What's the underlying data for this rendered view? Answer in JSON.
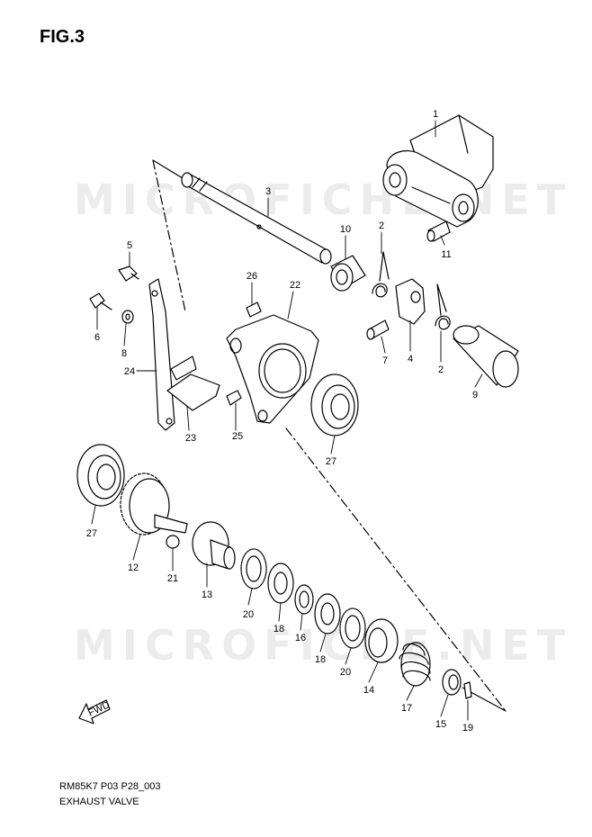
{
  "figure": {
    "title": "FIG.3",
    "code": "RM85K7 P03 P28_003",
    "name": "EXHAUST VALVE",
    "watermark": "MICROFICHE.NET"
  },
  "fwd_label": "FWD",
  "callouts": [
    {
      "id": "1",
      "label": "1"
    },
    {
      "id": "3",
      "label": "3"
    },
    {
      "id": "2a",
      "label": "2"
    },
    {
      "id": "10",
      "label": "10"
    },
    {
      "id": "11",
      "label": "11"
    },
    {
      "id": "5",
      "label": "5"
    },
    {
      "id": "26",
      "label": "26"
    },
    {
      "id": "22",
      "label": "22"
    },
    {
      "id": "6",
      "label": "6"
    },
    {
      "id": "8",
      "label": "8"
    },
    {
      "id": "7",
      "label": "7"
    },
    {
      "id": "4",
      "label": "4"
    },
    {
      "id": "2b",
      "label": "2"
    },
    {
      "id": "9",
      "label": "9"
    },
    {
      "id": "24",
      "label": "24"
    },
    {
      "id": "23",
      "label": "23"
    },
    {
      "id": "25",
      "label": "25"
    },
    {
      "id": "27a",
      "label": "27"
    },
    {
      "id": "27b",
      "label": "27"
    },
    {
      "id": "12",
      "label": "12"
    },
    {
      "id": "21",
      "label": "21"
    },
    {
      "id": "13",
      "label": "13"
    },
    {
      "id": "20a",
      "label": "20"
    },
    {
      "id": "18a",
      "label": "18"
    },
    {
      "id": "16",
      "label": "16"
    },
    {
      "id": "18b",
      "label": "18"
    },
    {
      "id": "20b",
      "label": "20"
    },
    {
      "id": "14",
      "label": "14"
    },
    {
      "id": "17",
      "label": "17"
    },
    {
      "id": "15",
      "label": "15"
    },
    {
      "id": "19",
      "label": "19"
    }
  ]
}
